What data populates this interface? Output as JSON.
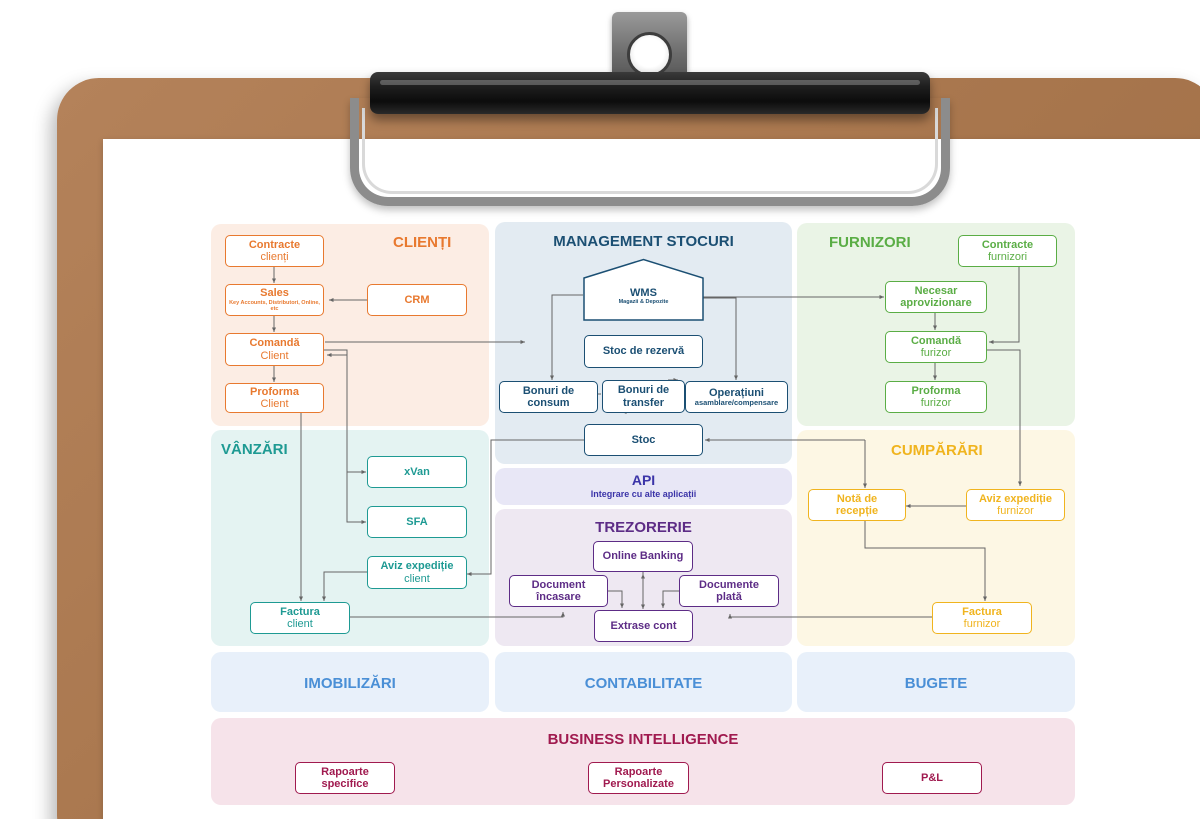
{
  "colors": {
    "clienti": "#e8792f",
    "stocuri": "#1b4f73",
    "furnizori": "#5aad45",
    "vanzari": "#1e9a93",
    "cumparari": "#f0b41e",
    "api": "#3b34a8",
    "trezorerie": "#5d2c86",
    "modules": "#4a8fd6",
    "bi": "#a01a4f"
  },
  "clienti": {
    "title": "CLIENȚI",
    "contracte": {
      "l1": "Contracte",
      "l2": "clienți"
    },
    "sales": {
      "l1": "Sales",
      "l2": "Key Accounts, Distributori, Online, etc"
    },
    "crm": "CRM",
    "comanda": {
      "l1": "Comandă",
      "l2": "Client"
    },
    "proforma": {
      "l1": "Proforma",
      "l2": "Client"
    }
  },
  "stocuri": {
    "title": "MANAGEMENT STOCURI",
    "wms": {
      "l1": "WMS",
      "l2": "Magazii & Depozite"
    },
    "stoc_rezerva": "Stoc de rezervă",
    "bonuri_consum": {
      "l1": "Bonuri de",
      "l2": "consum"
    },
    "bonuri_transfer": {
      "l1": "Bonuri de",
      "l2": "transfer"
    },
    "operatiuni": {
      "l1": "Operațiuni",
      "l2": "asamblare/compensare"
    },
    "stoc": "Stoc"
  },
  "furnizori": {
    "title": "FURNIZORI",
    "contracte": {
      "l1": "Contracte",
      "l2": "furnizori"
    },
    "necesar": {
      "l1": "Necesar",
      "l2": "aprovizionare"
    },
    "comanda": {
      "l1": "Comandă",
      "l2": "furizor"
    },
    "proforma": {
      "l1": "Proforma",
      "l2": "furizor"
    }
  },
  "vanzari": {
    "title": "VÂNZĂRI",
    "xvan": "xVan",
    "sfa": "SFA",
    "aviz": {
      "l1": "Aviz expediție",
      "l2": "client"
    },
    "factura": {
      "l1": "Factura",
      "l2": "client"
    }
  },
  "api": {
    "title": "API",
    "subtitle": "Integrare cu alte aplicații"
  },
  "trezorerie": {
    "title": "TREZORERIE",
    "online_banking": "Online Banking",
    "doc_incasare": {
      "l1": "Document",
      "l2": "încasare"
    },
    "doc_plata": {
      "l1": "Documente",
      "l2": "plată"
    },
    "extrase": "Extrase cont"
  },
  "cumparari": {
    "title": "CUMPĂRĂRI",
    "nota": {
      "l1": "Notă de",
      "l2": "recepție"
    },
    "aviz": {
      "l1": "Aviz expediție",
      "l2": "furnizor"
    },
    "factura": {
      "l1": "Factura",
      "l2": "furnizor"
    }
  },
  "modules": {
    "imobilizari": "IMOBILIZĂRI",
    "contabilitate": "CONTABILITATE",
    "bugete": "BUGETE"
  },
  "bi": {
    "title": "BUSINESS INTELLIGENCE",
    "rapoarte_specifice": {
      "l1": "Rapoarte",
      "l2": "specifice"
    },
    "rapoarte_personalizate": {
      "l1": "Rapoarte",
      "l2": "Personalizate"
    },
    "pl": "P&L"
  }
}
